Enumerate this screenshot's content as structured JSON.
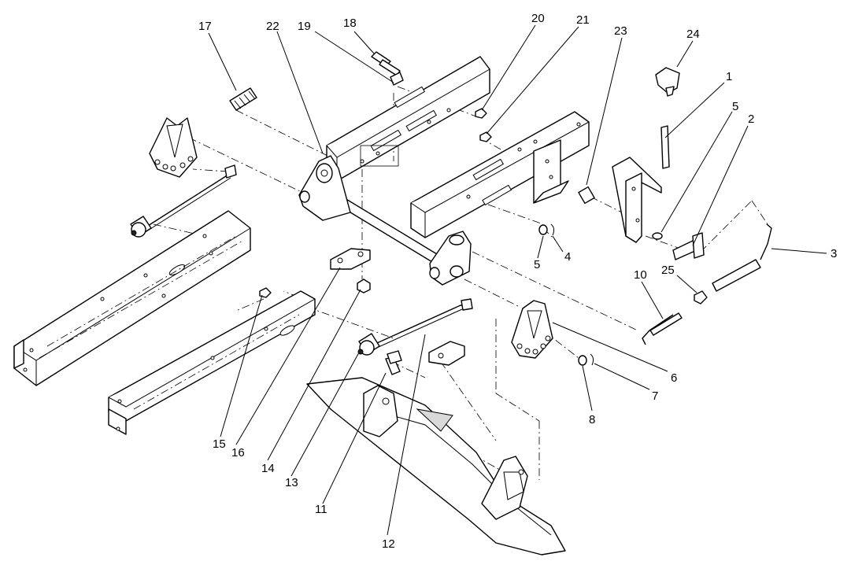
{
  "callouts": {
    "c1": "1",
    "c2": "2",
    "c3": "3",
    "c4": "4",
    "c5a": "5",
    "c5b": "5",
    "c6": "6",
    "c7": "7",
    "c8": "8",
    "c10": "10",
    "c11": "11",
    "c12": "12",
    "c13": "13",
    "c14": "14",
    "c15": "15",
    "c16": "16",
    "c17": "17",
    "c18": "18",
    "c19": "19",
    "c20": "20",
    "c21": "21",
    "c22": "22",
    "c23": "23",
    "c24": "24",
    "c25": "25"
  }
}
